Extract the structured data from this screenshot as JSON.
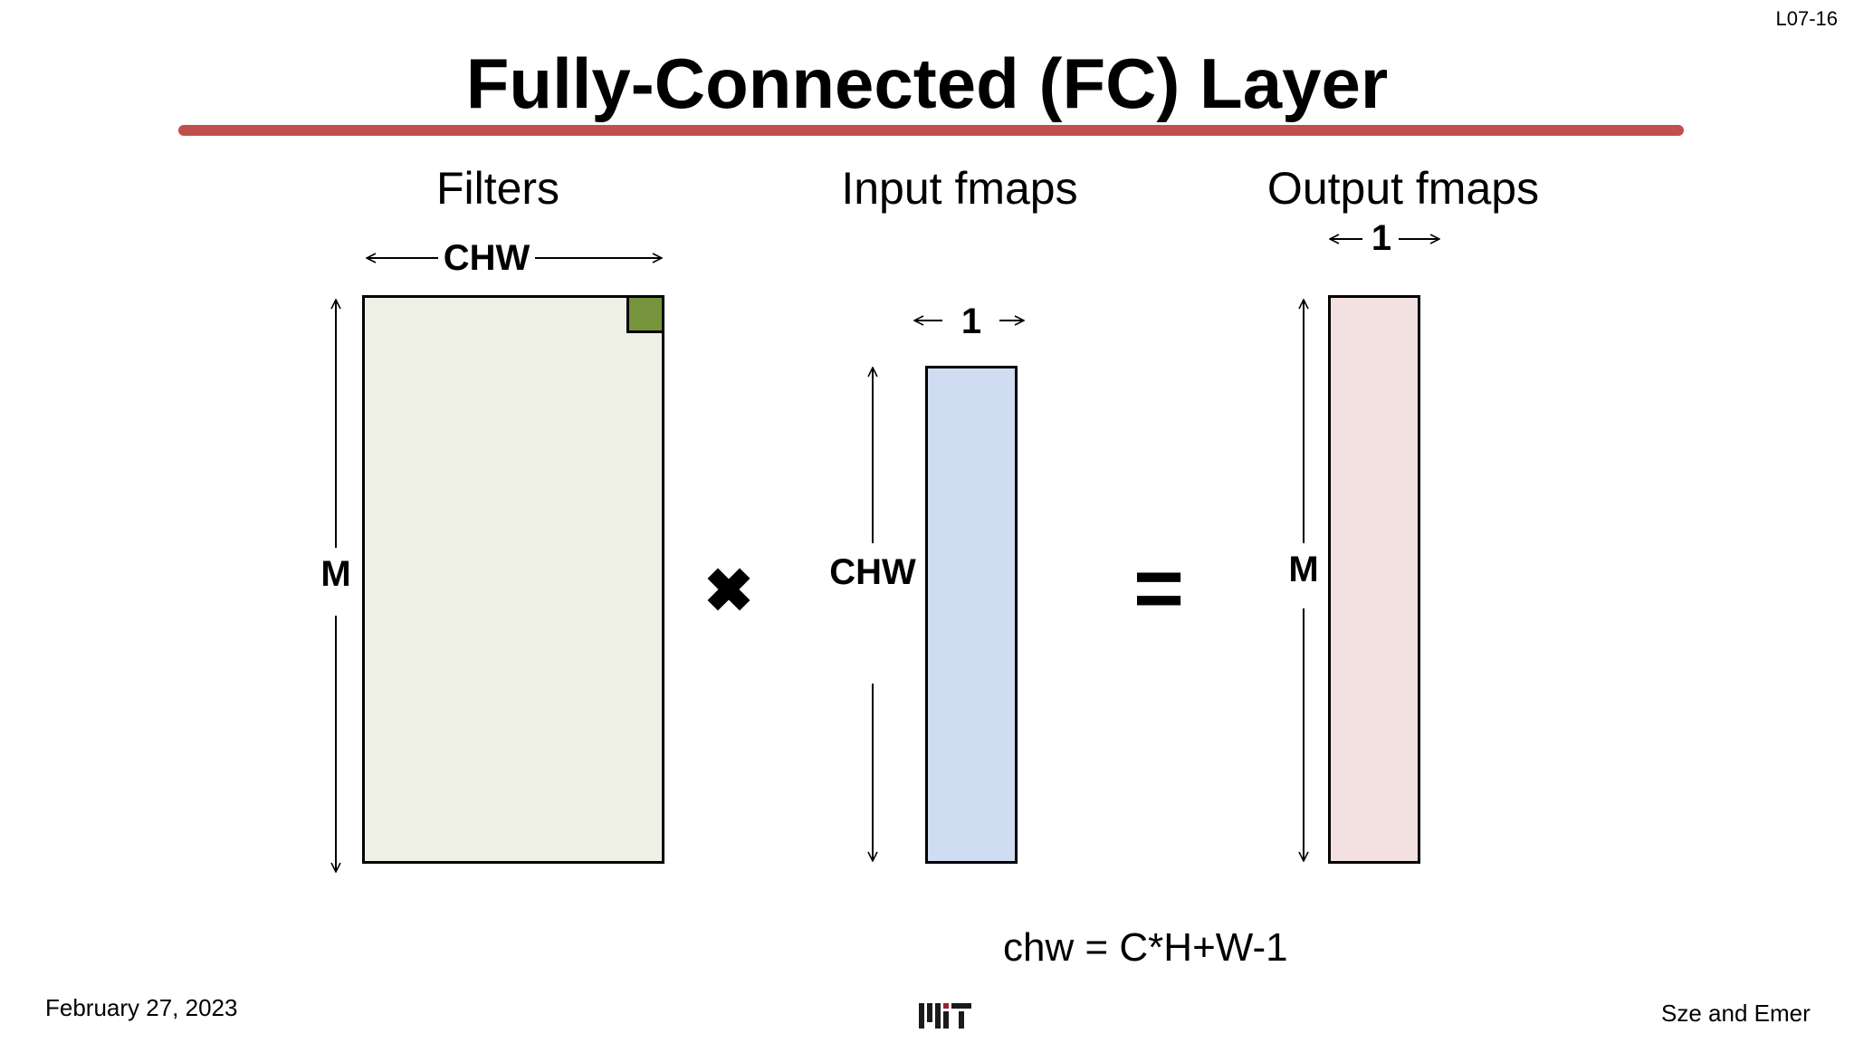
{
  "slide": {
    "number": "L07-16",
    "title": "Fully-Connected (FC) Layer",
    "accent_color": "#c0504d"
  },
  "diagram": {
    "filters": {
      "heading": "Filters",
      "width_label": "CHW",
      "height_label": "M",
      "fill_color": "#eff0e5",
      "highlight_color": "#77933c"
    },
    "input": {
      "heading": "Input fmaps",
      "width_label": "1",
      "height_label": "CHW",
      "fill_color": "#cfdcf1"
    },
    "output": {
      "heading": "Output fmaps",
      "width_label": "1",
      "height_label": "M",
      "fill_color": "#f3e0e0"
    },
    "multiply_symbol": "✖",
    "equals_symbol": "=",
    "equation": "chw = C*H+W-1"
  },
  "footer": {
    "date": "February 27, 2023",
    "logo_icon": "mit-logo-icon",
    "authors": "Sze and Emer"
  }
}
